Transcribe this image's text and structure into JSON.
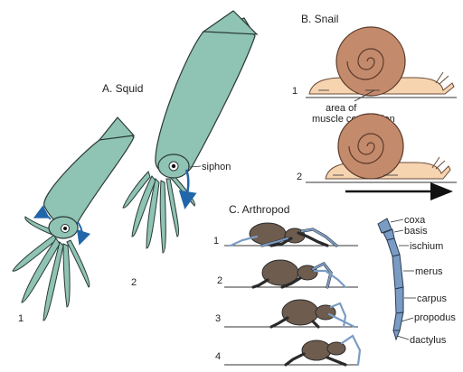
{
  "squid": {
    "title": "A. Squid",
    "pose1_num": "1",
    "pose2_num": "2",
    "siphon_label": "siphon",
    "body_color": "#8fc3b4",
    "outline_color": "#2a3a36",
    "arrow_color": "#2266aa"
  },
  "snail": {
    "title": "B. Snail",
    "pose1_num": "1",
    "pose2_num": "2",
    "contraction_label_line1": "area of",
    "contraction_label_line2": "muscle contraction",
    "shell_color": "#c48a6c",
    "foot_color": "#f6d4b0"
  },
  "arthropod": {
    "title": "C. Arthropod",
    "pose_nums": [
      "1",
      "2",
      "3",
      "4"
    ],
    "leg_segments": [
      "coxa",
      "basis",
      "ischium",
      "merus",
      "carpus",
      "propodus",
      "dactylus"
    ],
    "body_color": "#6e5c4f",
    "leg_color": "#7a9cc4"
  }
}
